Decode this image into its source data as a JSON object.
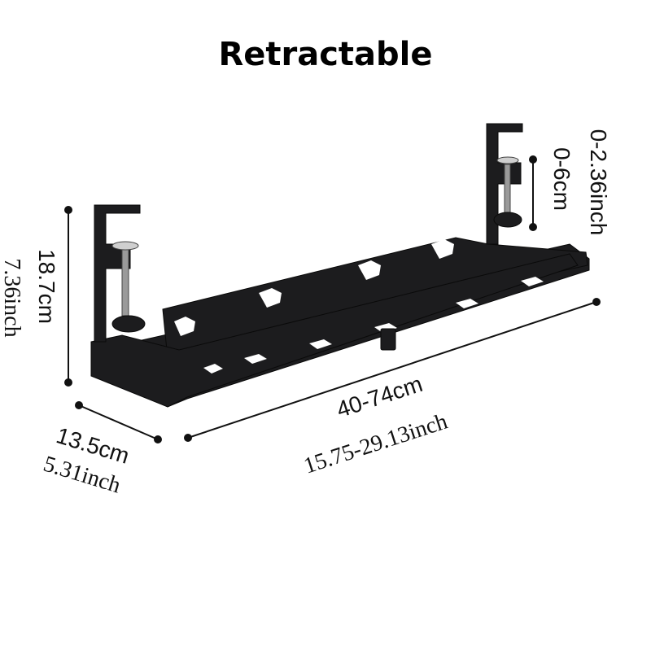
{
  "title": "Retractable",
  "dimensions": {
    "height_cm": "18.7cm",
    "height_inch": "7.36inch",
    "depth_cm": "13.5cm",
    "depth_inch": "5.31inch",
    "length_cm": "40-74cm",
    "length_inch": "15.75-29.13inch",
    "clamp_inch": "0-2.36inch",
    "clamp_cm": "0-6cm"
  },
  "colors": {
    "product": "#1c1c1e",
    "text": "#111111",
    "background": "#ffffff"
  }
}
